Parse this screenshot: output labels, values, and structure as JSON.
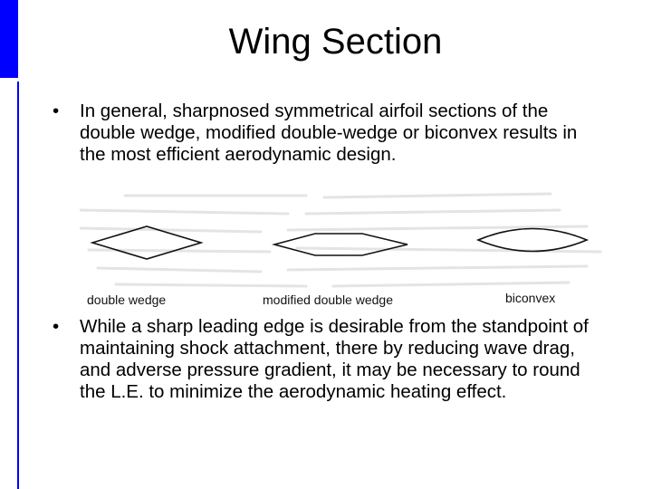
{
  "slide": {
    "title": "Wing Section",
    "bullet_symbol": "•",
    "bullets": [
      "In general, sharpnosed symmetrical airfoil sections of the double wedge, modified double-wedge or biconvex results in the most efficient aerodynamic design.",
      "While a sharp leading edge is desirable from the standpoint of maintaining shock attachment, there by reducing wave drag, and adverse pressure gradient, it may be necessary to round the L.E. to minimize the aerodynamic heating effect."
    ]
  },
  "figure": {
    "labels": {
      "double_wedge": "double wedge",
      "modified_double_wedge": "modified double wedge",
      "biconvex": "biconvex"
    }
  },
  "colors": {
    "accent": "#0000ff",
    "background": "#ffffff",
    "text": "#000000"
  }
}
